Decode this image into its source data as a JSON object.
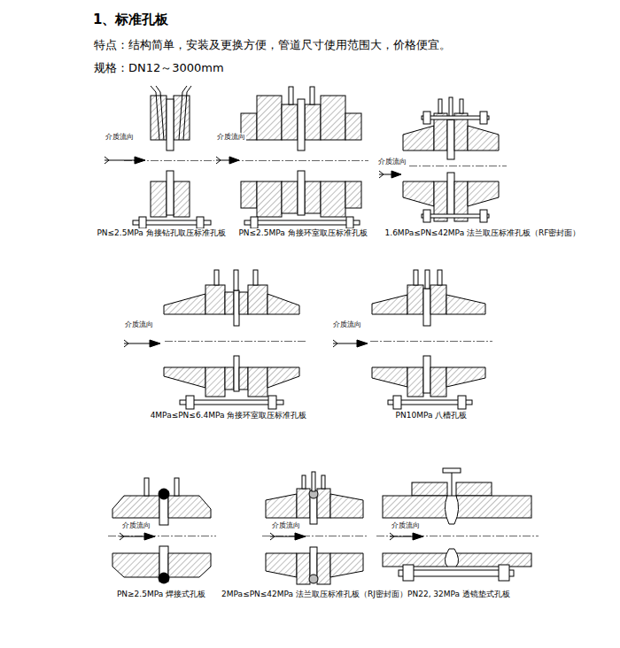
{
  "diagram": {
    "title": "1、标准孔板",
    "labels": [
      "特点：结构简单，安装及更换方便，管道尺寸使用范围大，价格便宜。",
      "规格：DN12～3000mm",
      "介质流向",
      "PN≤2.5MPa 角接钻孔取压标准孔板",
      "介质流向",
      "PN≤2.5MPa 角接环室取压标准孔板",
      "介质流向",
      "1.6MPa≤PN≤42MPa 法兰取压标准孔板（RF密封面）",
      "介质流向",
      "4MPa≤PN≤6.4MPa 角接环室取压标准孔板",
      "介质流向",
      "PN10MPa 八槽孔板",
      "介质流向",
      "PN≥2.5MPa 焊接式孔板",
      "介质流向",
      "2MPa≤PN≤42MPa 法兰取压标准孔板（RJ密封面）",
      "介质流向",
      "PN22, 32MPa 透镜垫式孔板"
    ]
  }
}
